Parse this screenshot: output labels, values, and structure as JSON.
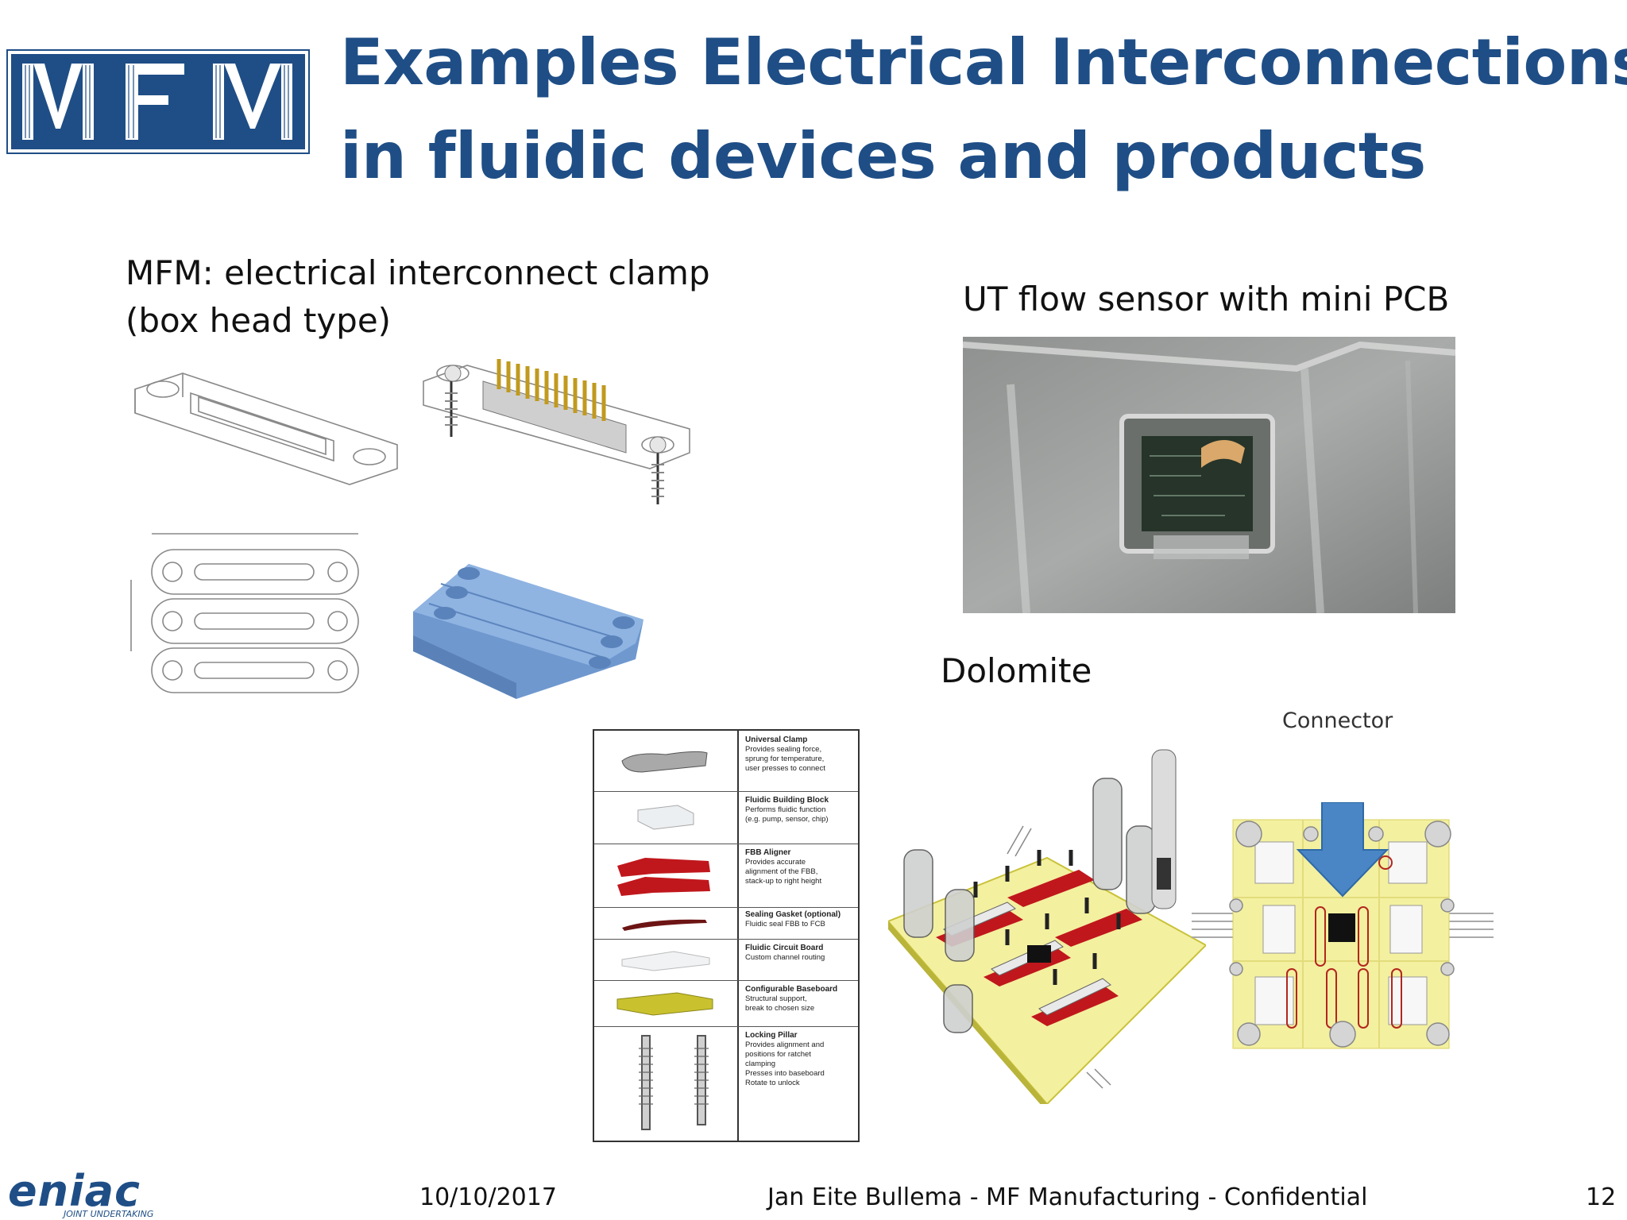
{
  "slide": {
    "title_line1": "Examples Electrical Interconnections",
    "title_line2": "in fluidic devices and products",
    "logo_text": "MFM",
    "mfm_caption_line1": "MFM: electrical interconnect clamp",
    "mfm_caption_line2": "(box head type)",
    "ut_caption": "UT flow sensor with mini PCB",
    "dolomite_caption": "Dolomite",
    "connector_label": "Connector",
    "dolomite_table": [
      {
        "title": "Universal Clamp",
        "lines": [
          "Provides sealing force,",
          "sprung for temperature,",
          "user presses to connect"
        ]
      },
      {
        "title": "Fluidic Building Block",
        "lines": [
          "Performs fluidic function",
          "(e.g. pump, sensor, chip)"
        ]
      },
      {
        "title": "FBB Aligner",
        "lines": [
          "Provides accurate",
          "alignment of the FBB,",
          "stack-up to right height"
        ]
      },
      {
        "title": "Sealing Gasket (optional)",
        "lines": [
          "Fluidic seal FBB to FCB"
        ]
      },
      {
        "title": "Fluidic Circuit Board",
        "lines": [
          "Custom channel routing"
        ]
      },
      {
        "title": "Configurable Baseboard",
        "lines": [
          "Structural support,",
          "break to chosen size"
        ]
      },
      {
        "title": "Locking Pillar",
        "lines": [
          "Provides alignment and",
          "positions for ratchet",
          "clamping",
          "Presses into baseboard",
          "Rotate to unlock"
        ]
      }
    ],
    "footer": {
      "logo_text": "eniac",
      "logo_subtext": "JOINT UNDERTAKING",
      "date": "10/10/2017",
      "center_text": "Jan Eite Bullema - MF Manufacturing -  Confidential",
      "page_number": "12"
    }
  },
  "colors": {
    "title_blue": "#1f4e86",
    "arrow_blue": "#4a86c6",
    "clamp_blue": "#7fa7d8",
    "board_yellow": "#f3f0a0",
    "gasket_red": "#c0171c"
  }
}
